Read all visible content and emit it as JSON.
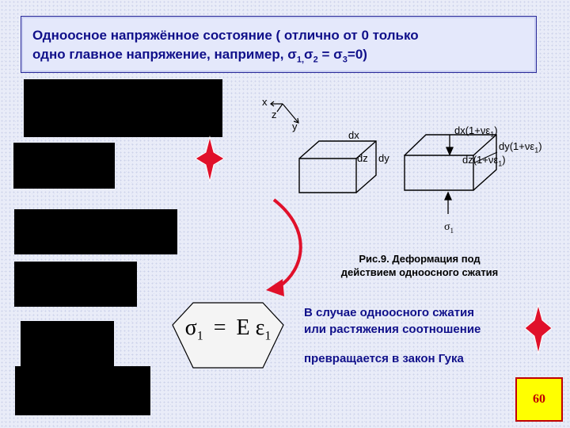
{
  "slide": {
    "title_line1": "Одноосное напряжённое состояние ( отлично от 0 только",
    "title_line2_text": "одно главное напряжение, например, ",
    "title_sigma": "σ",
    "title_sub1": "1,",
    "title_sub2": "2",
    "title_eq": " = ",
    "title_sub3": "3",
    "title_end": "=0)"
  },
  "figure": {
    "axis_x": "x",
    "axis_z": "z",
    "axis_y": "y",
    "box1": {
      "dx": "dx",
      "dz": "dz",
      "dy": "dy"
    },
    "box2": {
      "dx": "dx(1+νε",
      "dx_sub": "1",
      "dx_end": ")",
      "dy": "dy(1+νε",
      "dy_sub": "1",
      "dy_end": ")",
      "dz": "dz(1+νε",
      "dz_sub": "1",
      "dz_end": ")"
    },
    "sigma_label": "σ",
    "sigma_sub": "1",
    "caption_line1": "Рис.9. Деформация под",
    "caption_line2": "действием одноосного сжатия"
  },
  "formula": {
    "lhs": "σ",
    "lhs_sub": "1",
    "eq": "=",
    "rhs": "E ε",
    "rhs_sub": "1"
  },
  "note": {
    "line1": "В случае одноосного сжатия",
    "line2": "или растяжения соотношение",
    "line3": "превращается в закон Гука"
  },
  "page_number": "60",
  "colors": {
    "title_text": "#10108a",
    "star": "#e0102a",
    "arrow": "#e0102a",
    "page_badge_bg": "#ffff00",
    "page_badge_border": "#c00000"
  }
}
